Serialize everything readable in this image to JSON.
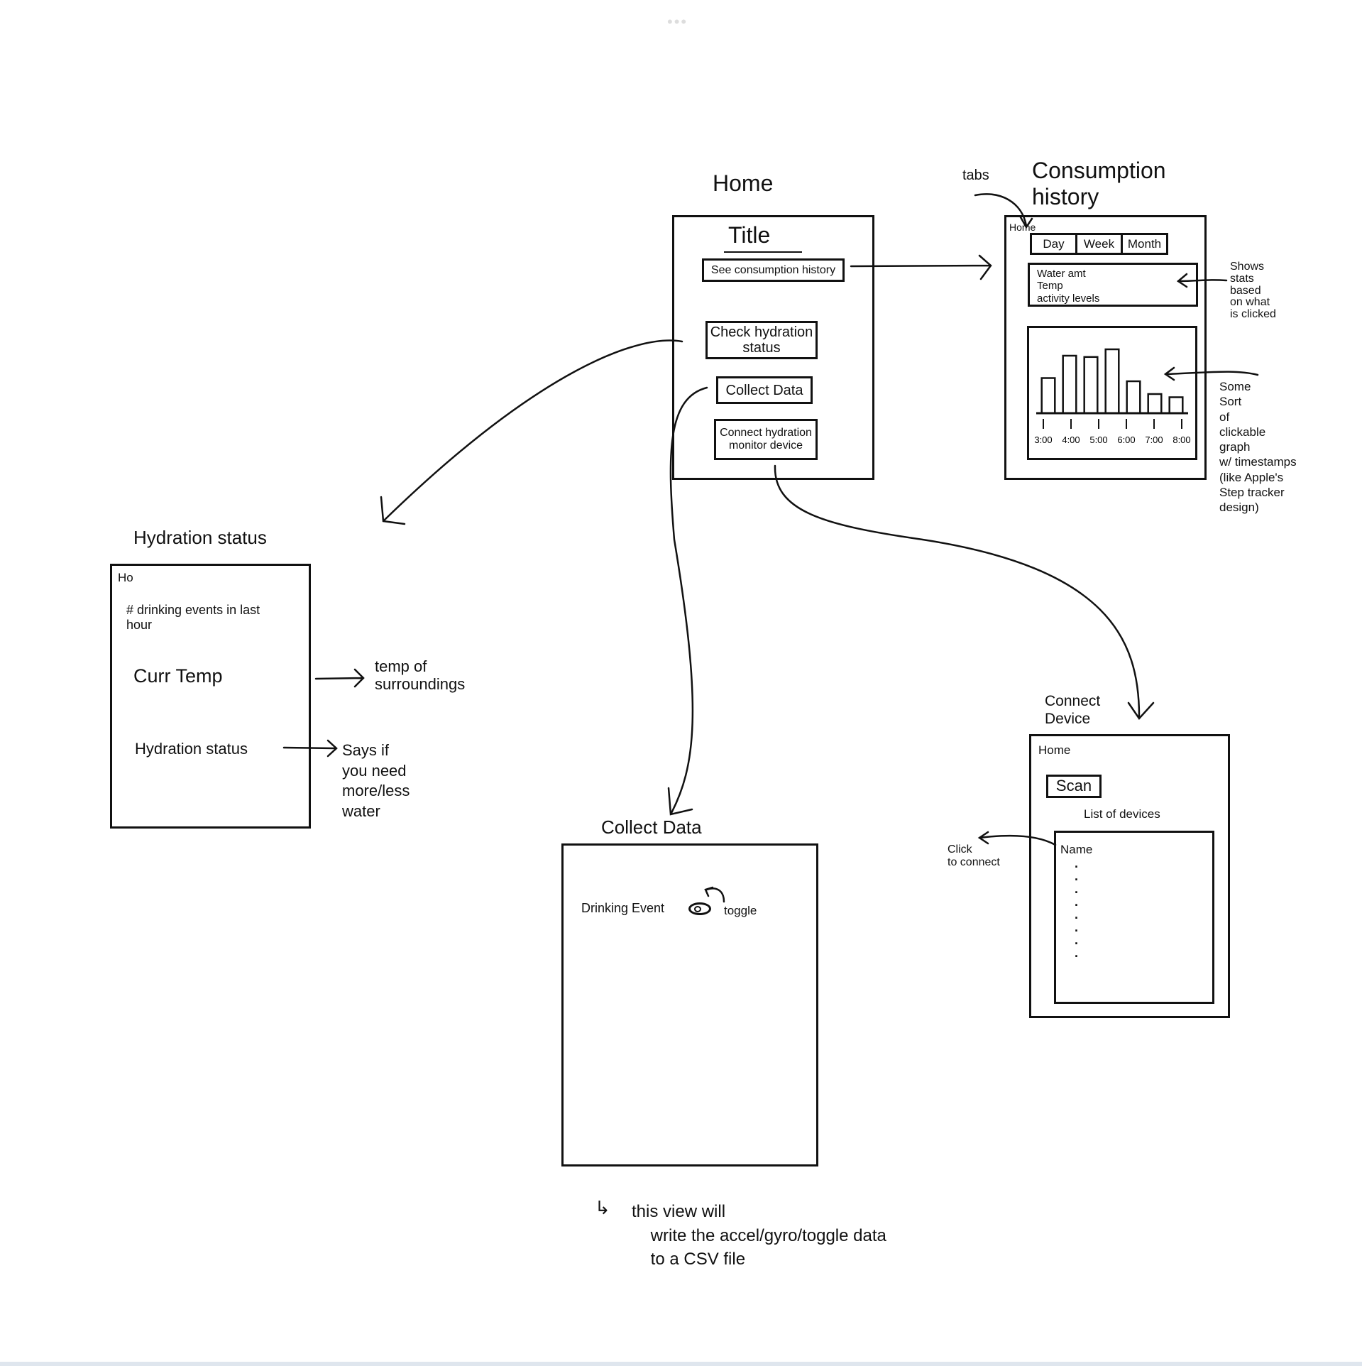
{
  "canvas": {
    "menu_dots": "•••"
  },
  "home": {
    "screen_label": "Home",
    "title": "Title",
    "buttons": [
      {
        "label": "See consumption history"
      },
      {
        "label": "Check hydration status"
      },
      {
        "label": "Collect Data"
      },
      {
        "label": "Connect hydration monitor device"
      }
    ]
  },
  "consumption": {
    "screen_label": "Consumption history",
    "tabs_annotation": "tabs",
    "home_link": "Home",
    "tabs": [
      {
        "label": "Day"
      },
      {
        "label": "Week"
      },
      {
        "label": "Month"
      }
    ],
    "stats": [
      "Water amt",
      "Temp",
      "activity levels"
    ],
    "stats_annotation": "Shows\nstats\nbased\non what\nis clicked",
    "graph_annotation": "Some\nSort\nof\nclickable\ngraph\nw/ timestamps\n(like Apple's\nStep tracker\ndesign)",
    "chart_data": {
      "type": "bar",
      "categories": [
        "3:00",
        "4:00",
        "5:00",
        "6:00",
        "7:00",
        "8:00"
      ],
      "bar_levels": [
        0.55,
        0.9,
        0.88,
        1.0,
        0.5,
        0.3,
        0.25
      ]
    }
  },
  "hydration": {
    "screen_label": "Hydration status",
    "home_link": "Ho",
    "drinking_events": "# drinking events in last\nhour",
    "curr_temp": "Curr Temp",
    "status": "Hydration status",
    "temp_annotation": "temp of\nsurroundings",
    "status_annotation": "Says if\nyou need\nmore/less\nwater"
  },
  "collect": {
    "screen_label": "Collect Data",
    "drinking_event": "Drinking Event",
    "toggle_annotation": "toggle",
    "toggle_on": false,
    "note": "this view will\n    write the accel/gyro/toggle data\n    to a CSV file"
  },
  "connect": {
    "screen_label": "Connect\nDevice",
    "home_link": "Home",
    "scan": "Scan",
    "list_title": "List of devices",
    "list_first": "Name",
    "list_more": ".\n.\n.\n.\n.\n.\n.\n.",
    "click_annotation": "Click\nto connect"
  }
}
